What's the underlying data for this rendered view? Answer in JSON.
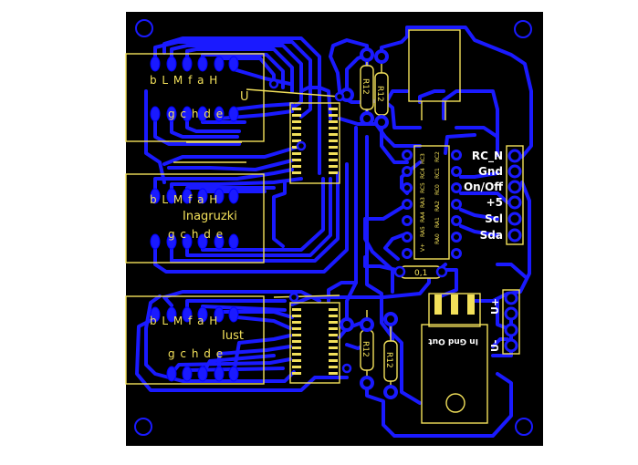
{
  "display_labels": {
    "segments_top": "b L M f a H",
    "segments_bottom": "g c h d e"
  },
  "module_labels": {
    "u": "U",
    "inagruzki": "Inagruzki",
    "iust": "Iust"
  },
  "connector_labels": [
    "RC_N",
    "Gnd",
    "On/Off",
    "+5",
    "Scl",
    "Sda"
  ],
  "power_labels": {
    "plus": "U+",
    "minus": "U-"
  },
  "components": {
    "r1": "R12",
    "r2": "R12",
    "r3": "R12",
    "r4": "R12",
    "cap": "0,1",
    "regulator": "In Gnd Out"
  },
  "mcu_pins_top": [
    "RC2",
    "RC1",
    "RC0",
    "RA2",
    "RA1",
    "RA0"
  ],
  "mcu_pins_bottom": [
    "RC3",
    "RC4",
    "RC5",
    "RA3",
    "RA4",
    "RA5",
    "V+"
  ],
  "colors": {
    "board": "#000000",
    "copper": "#1a1aff",
    "silkscreen": "#f2e05a",
    "pads": "#f2e05a"
  }
}
